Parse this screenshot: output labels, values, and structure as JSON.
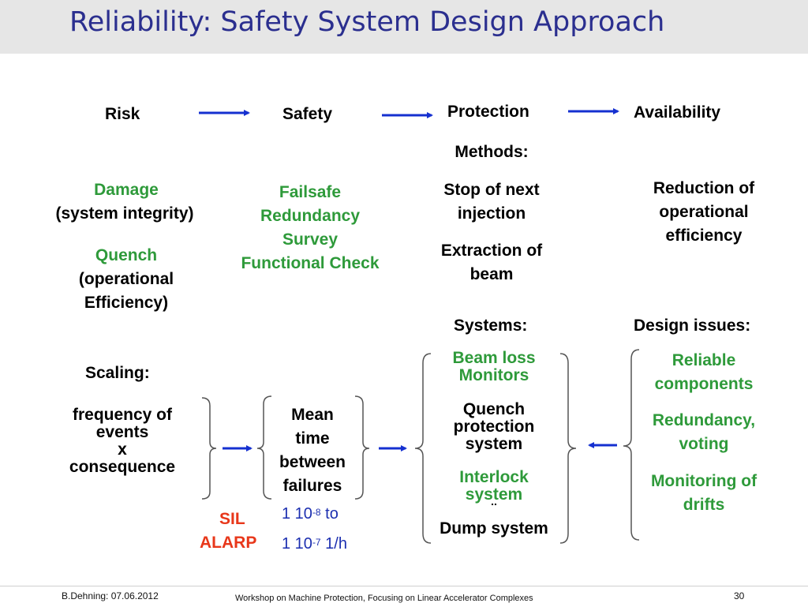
{
  "title": "Reliability: Safety System Design Approach",
  "flow": {
    "risk": "Risk",
    "safety": "Safety",
    "protection": "Protection",
    "availability": "Availability"
  },
  "risk": {
    "damage_1": "Damage",
    "damage_2": "(system integrity)",
    "quench_1": "Quench",
    "quench_2": "(operational",
    "quench_3": "Efficiency)"
  },
  "safety": {
    "items": [
      "Failsafe",
      "Redundancy",
      "Survey",
      "Functional Check"
    ]
  },
  "protection": {
    "methods_label": "Methods:",
    "method_1": [
      "Stop of next",
      "injection"
    ],
    "method_2": [
      "Extraction of",
      "beam"
    ]
  },
  "availability": {
    "lines": [
      "Reduction of",
      "operational",
      "efficiency"
    ]
  },
  "scaling": {
    "label": "Scaling:",
    "lines": [
      "frequency of",
      "events",
      "x",
      "consequence"
    ],
    "sil": "SIL",
    "alarp": "ALARP"
  },
  "mtbf": {
    "lines": [
      "Mean",
      "time",
      "between",
      "failures"
    ],
    "rate_1_prefix": "1 10",
    "rate_1_exp": "-8",
    "rate_1_suffix": " to",
    "rate_2_prefix": "1 10",
    "rate_2_exp": "-7",
    "rate_2_suffix": " 1/h"
  },
  "systems": {
    "label": "Systems:",
    "beam_loss": [
      "Beam loss",
      "Monitors"
    ],
    "quench_protection": [
      "Quench",
      "protection",
      "system"
    ],
    "interlock": [
      "Interlock",
      "system"
    ],
    "dots": "..",
    "dump": "Dump system"
  },
  "design": {
    "label": "Design issues:",
    "reliable": [
      "Reliable",
      "components"
    ],
    "redundancy": [
      "Redundancy,",
      "voting"
    ],
    "monitoring": [
      "Monitoring of",
      "drifts"
    ]
  },
  "footer": {
    "author_date": "B.Dehning: 07.06.2012",
    "workshop": "Workshop on Machine Protection, Focusing on Linear Accelerator Complexes",
    "page": "30"
  },
  "colors": {
    "title": "#2b2f8f",
    "green": "#2e9a3a",
    "red": "#e8371a",
    "arrow_blue": "#1530d0"
  }
}
